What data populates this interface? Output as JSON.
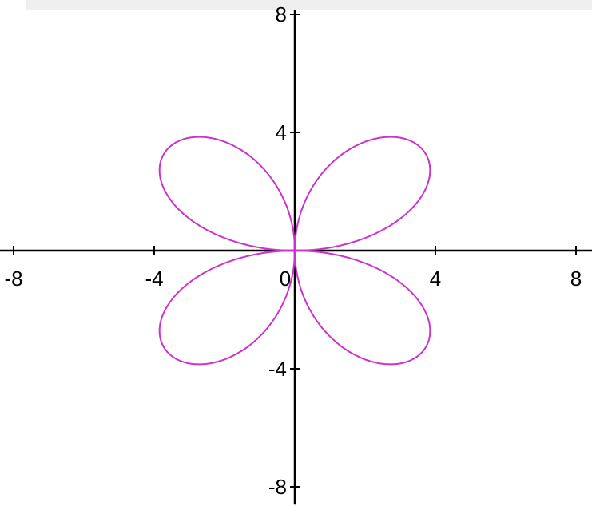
{
  "chart_data": {
    "type": "line",
    "title": "",
    "xlabel": "",
    "ylabel": "",
    "xlim": [
      -8.4,
      8.6
    ],
    "ylim": [
      -8.6,
      8.6
    ],
    "grid": false,
    "x_ticks": [
      {
        "value": -8,
        "label": "-8"
      },
      {
        "value": -4,
        "label": "-4"
      },
      {
        "value": 0,
        "label": "0"
      },
      {
        "value": 4,
        "label": "4"
      },
      {
        "value": 8,
        "label": "8"
      }
    ],
    "y_ticks": [
      {
        "value": 8,
        "label": "8"
      },
      {
        "value": 4,
        "label": "4"
      },
      {
        "value": -4,
        "label": "-4"
      },
      {
        "value": -8,
        "label": "-8"
      }
    ],
    "series": [
      {
        "equation": "r = 5 sin(2θ)",
        "range": [
          0,
          6.2832
        ],
        "color": "#cc33cc"
      }
    ]
  },
  "colors": {
    "axis": "#000000",
    "curve": "#cc33cc"
  }
}
